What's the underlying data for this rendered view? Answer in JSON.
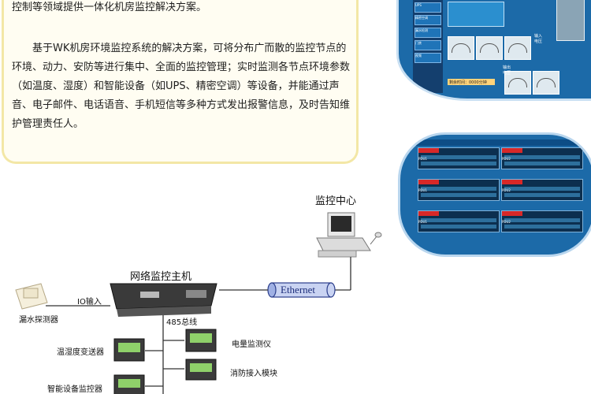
{
  "intro": {
    "line_top": "控制等领域提供一体化机房监控解决方案。",
    "paragraph": "基于WK机房环境监控系统的解决方案，可将分布广而散的监控节点的环境、动力、安防等进行集中、全面的监控管理；实时监测各节点环境参数（如温度、湿度）和智能设备（如UPS、精密空调）等设备，并能通过声音、电子邮件、电话语音、手机短信等多种方式发出报警信息，及时告知维护管理责任人。"
  },
  "screenshot1": {
    "side_items": [
      "UPS",
      "精密空调",
      "漏水检测",
      "门禁",
      "视频"
    ],
    "panel_labels": [
      "输入电压",
      "输出电压"
    ],
    "footer_text": "剩余时间：0000分钟"
  },
  "screenshot2": {
    "pdu_titles": [
      "PDU1",
      "PDU2",
      "PDU1",
      "PDU2",
      "PDU1",
      "PDU2"
    ]
  },
  "diagram": {
    "monitor_center": "监控中心",
    "host_label": "网络监控主机",
    "ethernet_label": "Ethernet",
    "io_label": "IO输入",
    "bus_label": "485总线",
    "leak_detector": "漏水探测器",
    "temp_humidity": "温湿度变送器",
    "power_meter": "电量监测仪",
    "smart_monitor": "智能设备监控器",
    "fire_module": "消防接入模块"
  }
}
